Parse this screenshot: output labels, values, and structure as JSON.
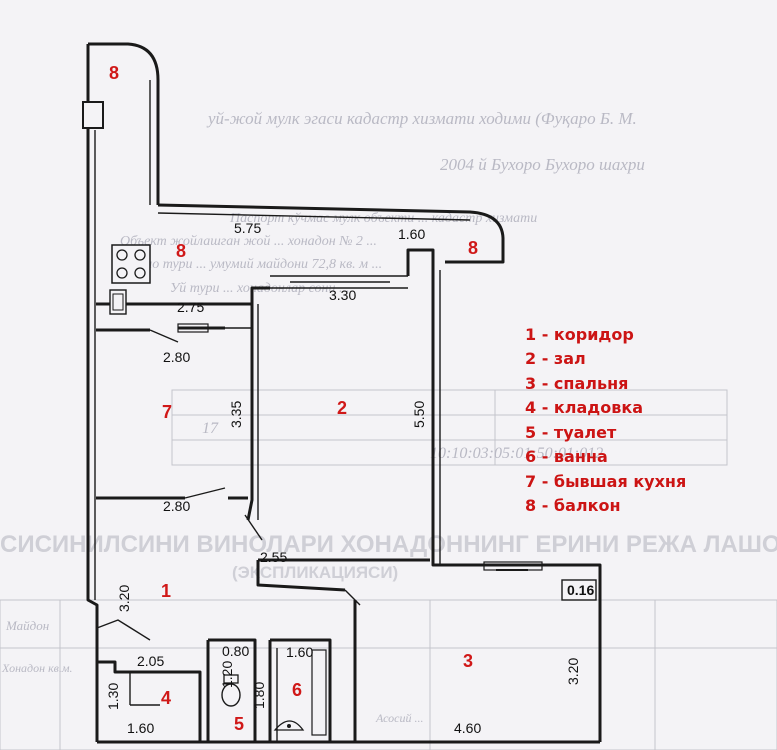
{
  "background_doc": {
    "lines": [
      "уй-жой мулк эгаси кадастр хизмати ходими (Фуқаро Б. М.",
      "2004 й Бухоро Бухоро шахри",
      "Паспорт кўчмас мулк объекти ... кадастр хизмати",
      "Объект жойлашган жой ... хонадон № 2 ... ",
      "Бино тури ... умумий майдони 72,8 кв. м ... ",
      "Уй тури ... хонадонлар сони ... "
    ],
    "table_code": "17",
    "table_id": "10:10:03:05:01:50:01:012",
    "banner": "СИСИНИЛСИНИ ВИНОЛАРИ ХОНАДОННИНГ ЕРИНИ РЕЖА ЛАШОВИ",
    "banner_sub": "(ЭКСПЛИКАЦИЯСИ)",
    "row_labels": [
      "Майдон",
      "Хонадон кв.м.",
      "Асосий ..."
    ]
  },
  "dimensions": [
    {
      "id": "d575",
      "text": "5.75"
    },
    {
      "id": "d160a",
      "text": "1.60"
    },
    {
      "id": "d330",
      "text": "3.30"
    },
    {
      "id": "d275",
      "text": "2.75"
    },
    {
      "id": "d280a",
      "text": "2.80"
    },
    {
      "id": "d335",
      "text": "3.35"
    },
    {
      "id": "d550",
      "text": "5.50"
    },
    {
      "id": "d280b",
      "text": "2.80"
    },
    {
      "id": "d255",
      "text": "2.55"
    },
    {
      "id": "d320a",
      "text": "3.20"
    },
    {
      "id": "d016",
      "text": "0.16"
    },
    {
      "id": "d080",
      "text": "0.80"
    },
    {
      "id": "d160b",
      "text": "1.60"
    },
    {
      "id": "d205",
      "text": "2.05"
    },
    {
      "id": "d120",
      "text": "1.20"
    },
    {
      "id": "d180",
      "text": "1.80"
    },
    {
      "id": "d130",
      "text": "1.30"
    },
    {
      "id": "d160c",
      "text": "1.60"
    },
    {
      "id": "d460",
      "text": "4.60"
    },
    {
      "id": "d320b",
      "text": "3.20"
    }
  ],
  "rooms": [
    {
      "id": "balcony-top",
      "num": "8"
    },
    {
      "id": "balcony-kitchen",
      "num": "8"
    },
    {
      "id": "balcony-right",
      "num": "8"
    },
    {
      "id": "former-kitchen",
      "num": "7"
    },
    {
      "id": "hall",
      "num": "2"
    },
    {
      "id": "corridor",
      "num": "1"
    },
    {
      "id": "pantry",
      "num": "4"
    },
    {
      "id": "toilet",
      "num": "5"
    },
    {
      "id": "bathroom",
      "num": "6"
    },
    {
      "id": "bedroom",
      "num": "3"
    }
  ],
  "legend": [
    "1 - коридор",
    "2 - зал",
    "3 - спальня",
    "4 - кладовка",
    "5 - туалет",
    "6 - ванна",
    "7 - бывшая кухня",
    "8 - балкон"
  ],
  "colors": {
    "wall": "#1a1a1a",
    "label_red": "#cc1414",
    "paper": "#f4f3f6"
  }
}
